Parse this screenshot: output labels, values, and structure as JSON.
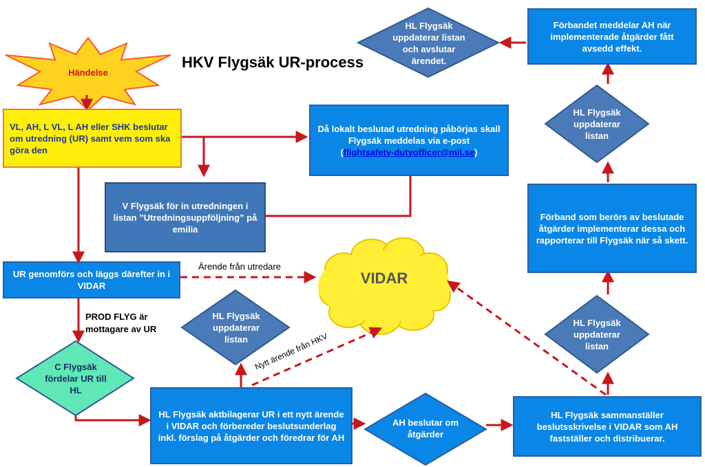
{
  "title": "HKV Flygsäk UR-process",
  "start_event": "Händelse",
  "cloud": "VIDAR",
  "boxes": {
    "decision_box": "VL, AH, L VL, L AH eller SHK beslutar om utredning (UR) samt vem som ska göra den",
    "local_notice_line1": "Då lokalt beslutad utredning påbörjas skall Flygsäk meddelas via e-post",
    "local_notice_open": "(",
    "local_notice_email": "flightsafety-dutyofficer@mil.se",
    "local_notice_close": ")",
    "v_flygsak": "V Flygsäk för in utredningen i listan ”Utredningsuppföljning” på emilia",
    "ur_performed": "UR genomförs och läggs därefter in i VIDAR",
    "hl_activate": "HL Flygsäk aktbilagerar UR i ett nytt ärende i VIDAR och förbereder beslutsunderlag inkl. förslag på åtgärder och föredrar för AH",
    "hl_compile": "HL Flygsäk sammanställer beslutsskrivelse i VIDAR som AH fastställer och distribuerar.",
    "forband_implement": "Förband som berörs av beslutade åtgärder implementerar dessa och rapporterar till Flygsäk när så skett.",
    "forband_report": "Förbandet meddelar AH när implementerade åtgärder fått avsedd effekt."
  },
  "diamonds": {
    "c_flygsak": "C Flygsäk fördelar UR till HL",
    "hl_update_center": "HL Flygsäk uppdaterar listan",
    "ah_decides": "AH beslutar om åtgärder",
    "hl_update_right_low": "HL Flygsäk uppdaterar listan",
    "hl_update_right_high": "HL Flygsäk uppdaterar listan",
    "hl_update_close": "HL Flygsäk uppdaterar listan och avslutar ärendet."
  },
  "labels": {
    "from_investigator": "Ärende från utredare",
    "prod_flyg": "PROD FLYG är mottagare av UR",
    "from_hkv": "Nytt ärende från HKV"
  },
  "colors": {
    "arrow": "#c8161d",
    "box_blue": "#0a86e6",
    "box_slate": "#3f77b8",
    "diamond_fill": "#4a7ab8",
    "diamond_green": "#5fe8b6",
    "yellow_box": "#ffee0a",
    "cloud": "#ffee33",
    "burst": "#ffd21f"
  }
}
